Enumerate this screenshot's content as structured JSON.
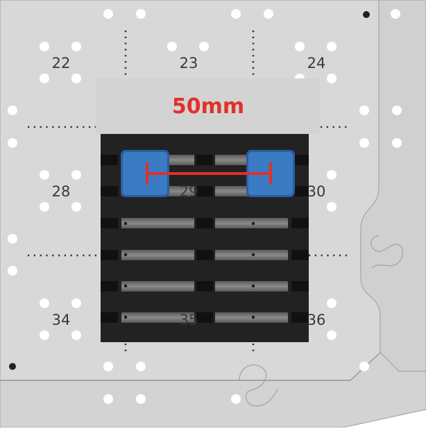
{
  "measurement": {
    "label": "50mm",
    "color": "#e2302a"
  },
  "plate": {
    "color": "#d8d8d8",
    "hole_color": "#ffffff",
    "cells": [
      {
        "id": "22",
        "label": "22"
      },
      {
        "id": "23",
        "label": "23"
      },
      {
        "id": "24",
        "label": "24"
      },
      {
        "id": "28",
        "label": "28"
      },
      {
        "id": "29",
        "label": "29"
      },
      {
        "id": "30",
        "label": "30"
      },
      {
        "id": "34",
        "label": "34"
      },
      {
        "id": "35",
        "label": "35"
      },
      {
        "id": "36",
        "label": "36"
      }
    ]
  },
  "grate": {
    "color": "#222222",
    "block_color": "#3b7bc4"
  }
}
